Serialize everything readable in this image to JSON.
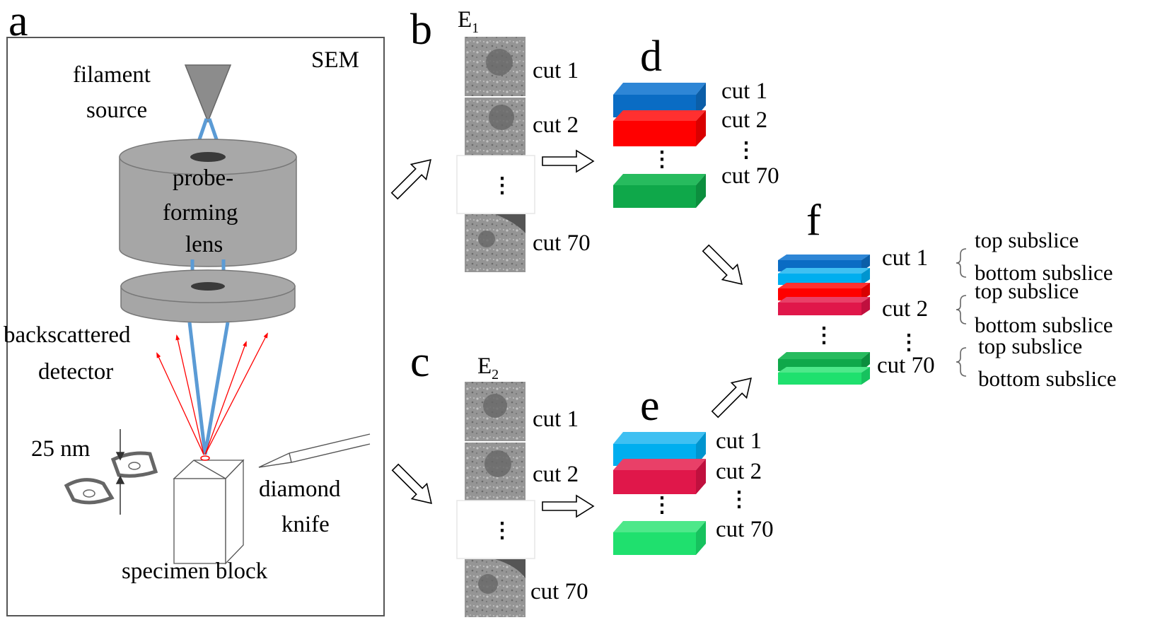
{
  "panels": {
    "a": "a",
    "b": "b",
    "c": "c",
    "d": "d",
    "e": "e",
    "f": "f"
  },
  "sem": {
    "title": "SEM",
    "filament_line1": "filament",
    "filament_line2": "source",
    "lens_line1": "probe-",
    "lens_line2": "forming",
    "lens_line3": "lens",
    "detector_line1": "backscattered",
    "detector_line2": "detector",
    "thickness": "25 nm",
    "knife_line1": "diamond",
    "knife_line2": "knife",
    "specimen": "specimen block"
  },
  "energy1": {
    "base": "E",
    "sub": "1"
  },
  "energy2": {
    "base": "E",
    "sub": "2"
  },
  "cuts": {
    "cut1": "cut 1",
    "cut2": "cut 2",
    "cut70": "cut 70",
    "ellipsis": "⋮"
  },
  "subslices": {
    "top": "top subslice",
    "bottom": "bottom subslice"
  },
  "colors": {
    "dark_blue": "#0a6cc4",
    "light_blue": "#00aeef",
    "red": "#ff0000",
    "crimson": "#e0174a",
    "dark_green": "#0fa84a",
    "light_green": "#1fe06e",
    "beam_blue": "#5b9bd5",
    "arrow_red": "#ff0000",
    "lens_gray": "#a6a6a6"
  }
}
